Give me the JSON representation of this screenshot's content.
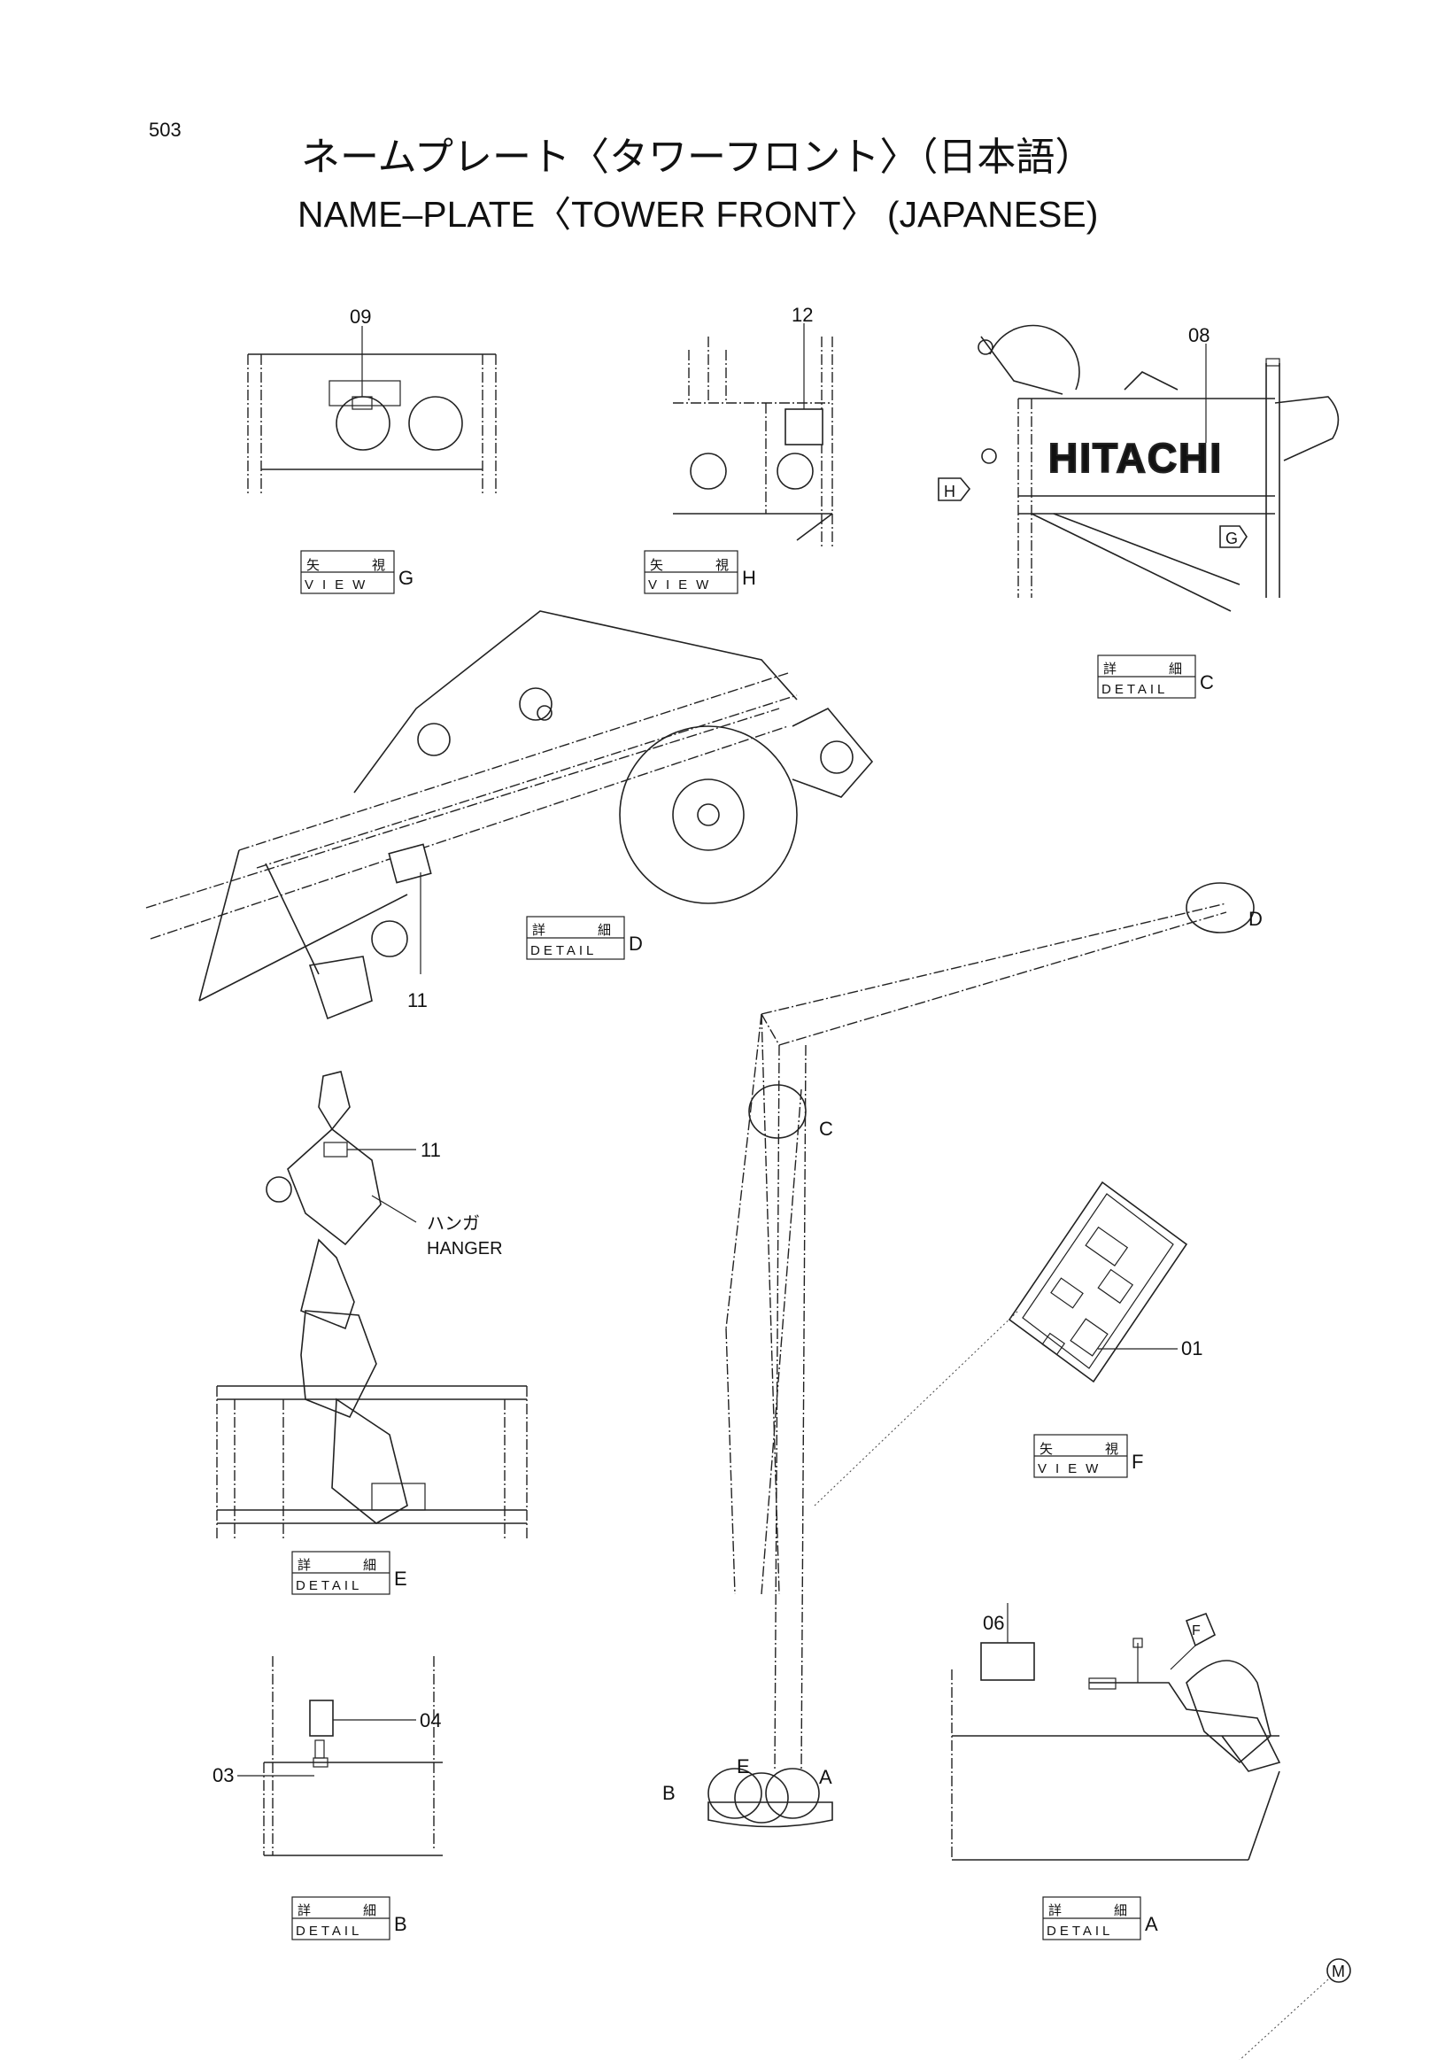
{
  "page_number": "503",
  "title_jp": "ネームプレート〈タワーフロント〉（日本語）",
  "title_en": "NAME–PLATE〈TOWER  FRONT〉 (JAPANESE)",
  "brand_text": "HITACHI",
  "part_numbers": {
    "p01": "01",
    "p03": "03",
    "p04": "04",
    "p06": "06",
    "p08": "08",
    "p09": "09",
    "p11a": "11",
    "p11b": "11",
    "p12": "12"
  },
  "hanger_label": {
    "jp": "ハンガ",
    "en": "HANGER"
  },
  "callouts": {
    "view_jp_1": "矢",
    "view_jp_2": "視",
    "view_en": "VIEW",
    "detail_jp_1": "詳",
    "detail_jp_2": "細",
    "detail_en": "DETAIL"
  },
  "view_letters": {
    "g": "G",
    "h": "H",
    "f": "F"
  },
  "detail_letters": {
    "c": "C",
    "d": "D",
    "e": "E",
    "b": "B",
    "a": "A"
  },
  "arrow_tags": {
    "h": "H",
    "g": "G",
    "f": "F"
  },
  "crane_markers": {
    "d": "D",
    "c": "C",
    "e": "E",
    "b": "B",
    "a": "A"
  },
  "circle_mark": "M"
}
